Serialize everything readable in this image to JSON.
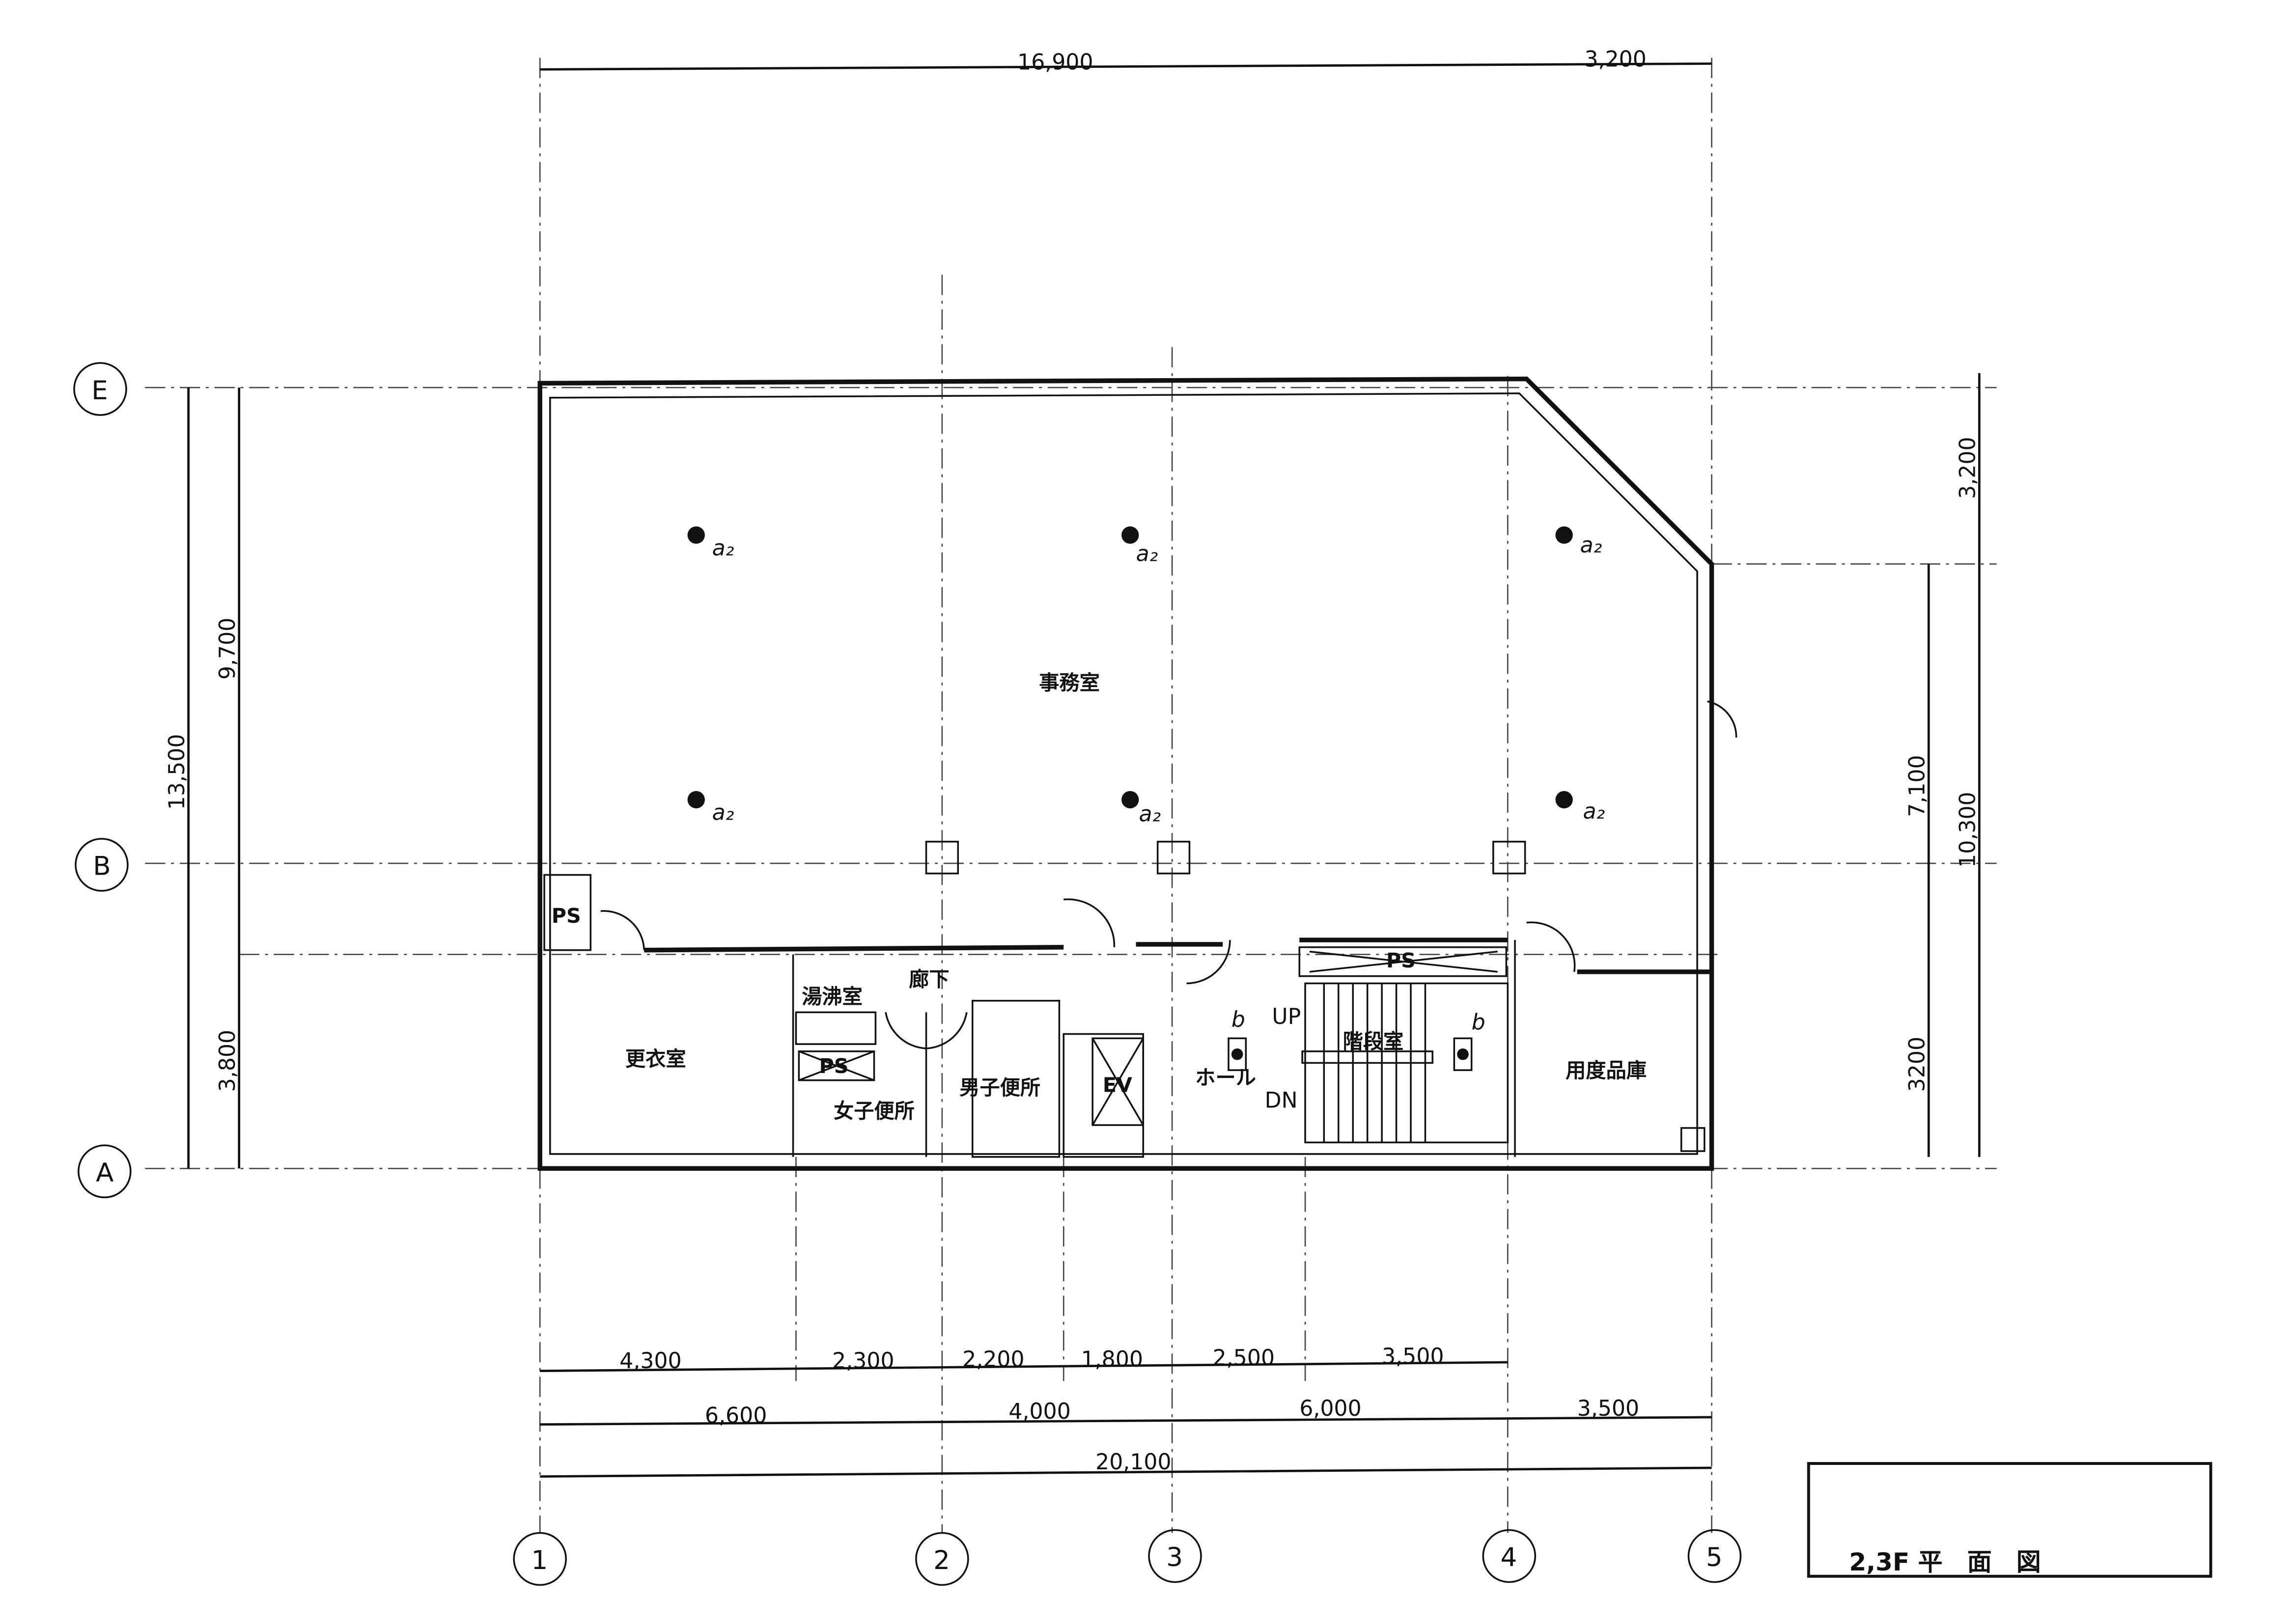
{
  "title_block": {
    "title": "2,3F 平　面　図"
  },
  "grid_axes": {
    "columns": [
      "1",
      "2",
      "3",
      "4",
      "5"
    ],
    "rows": [
      "E",
      "B",
      "A"
    ]
  },
  "dimensions": {
    "top": [
      "16,900",
      "3,200"
    ],
    "left": [
      "13,500",
      "9,700",
      "3,800"
    ],
    "right": [
      "3,200",
      "10,300",
      "7,100",
      "3200"
    ],
    "bottom_row1": [
      "4,300",
      "2,300",
      "2,200",
      "1,800",
      "2,500",
      "3,500"
    ],
    "bottom_row2": [
      "6,600",
      "4,000",
      "6,000",
      "3,500"
    ],
    "bottom_total": "20,100"
  },
  "rooms": {
    "office": "事務室",
    "locker": "更衣室",
    "kitchenette": "湯沸室",
    "corridor": "廊下",
    "womens_wc": "女子便所",
    "mens_wc": "男子便所",
    "elevator": "EV",
    "hall": "ホール",
    "stair": "階段室",
    "storage": "用度品庫",
    "ps1": "PS",
    "ps2": "PS",
    "ps3": "PS"
  },
  "stair_marks": {
    "up": "UP",
    "dn": "DN"
  },
  "fixture_marks": {
    "a": "a₂",
    "b": "b"
  }
}
